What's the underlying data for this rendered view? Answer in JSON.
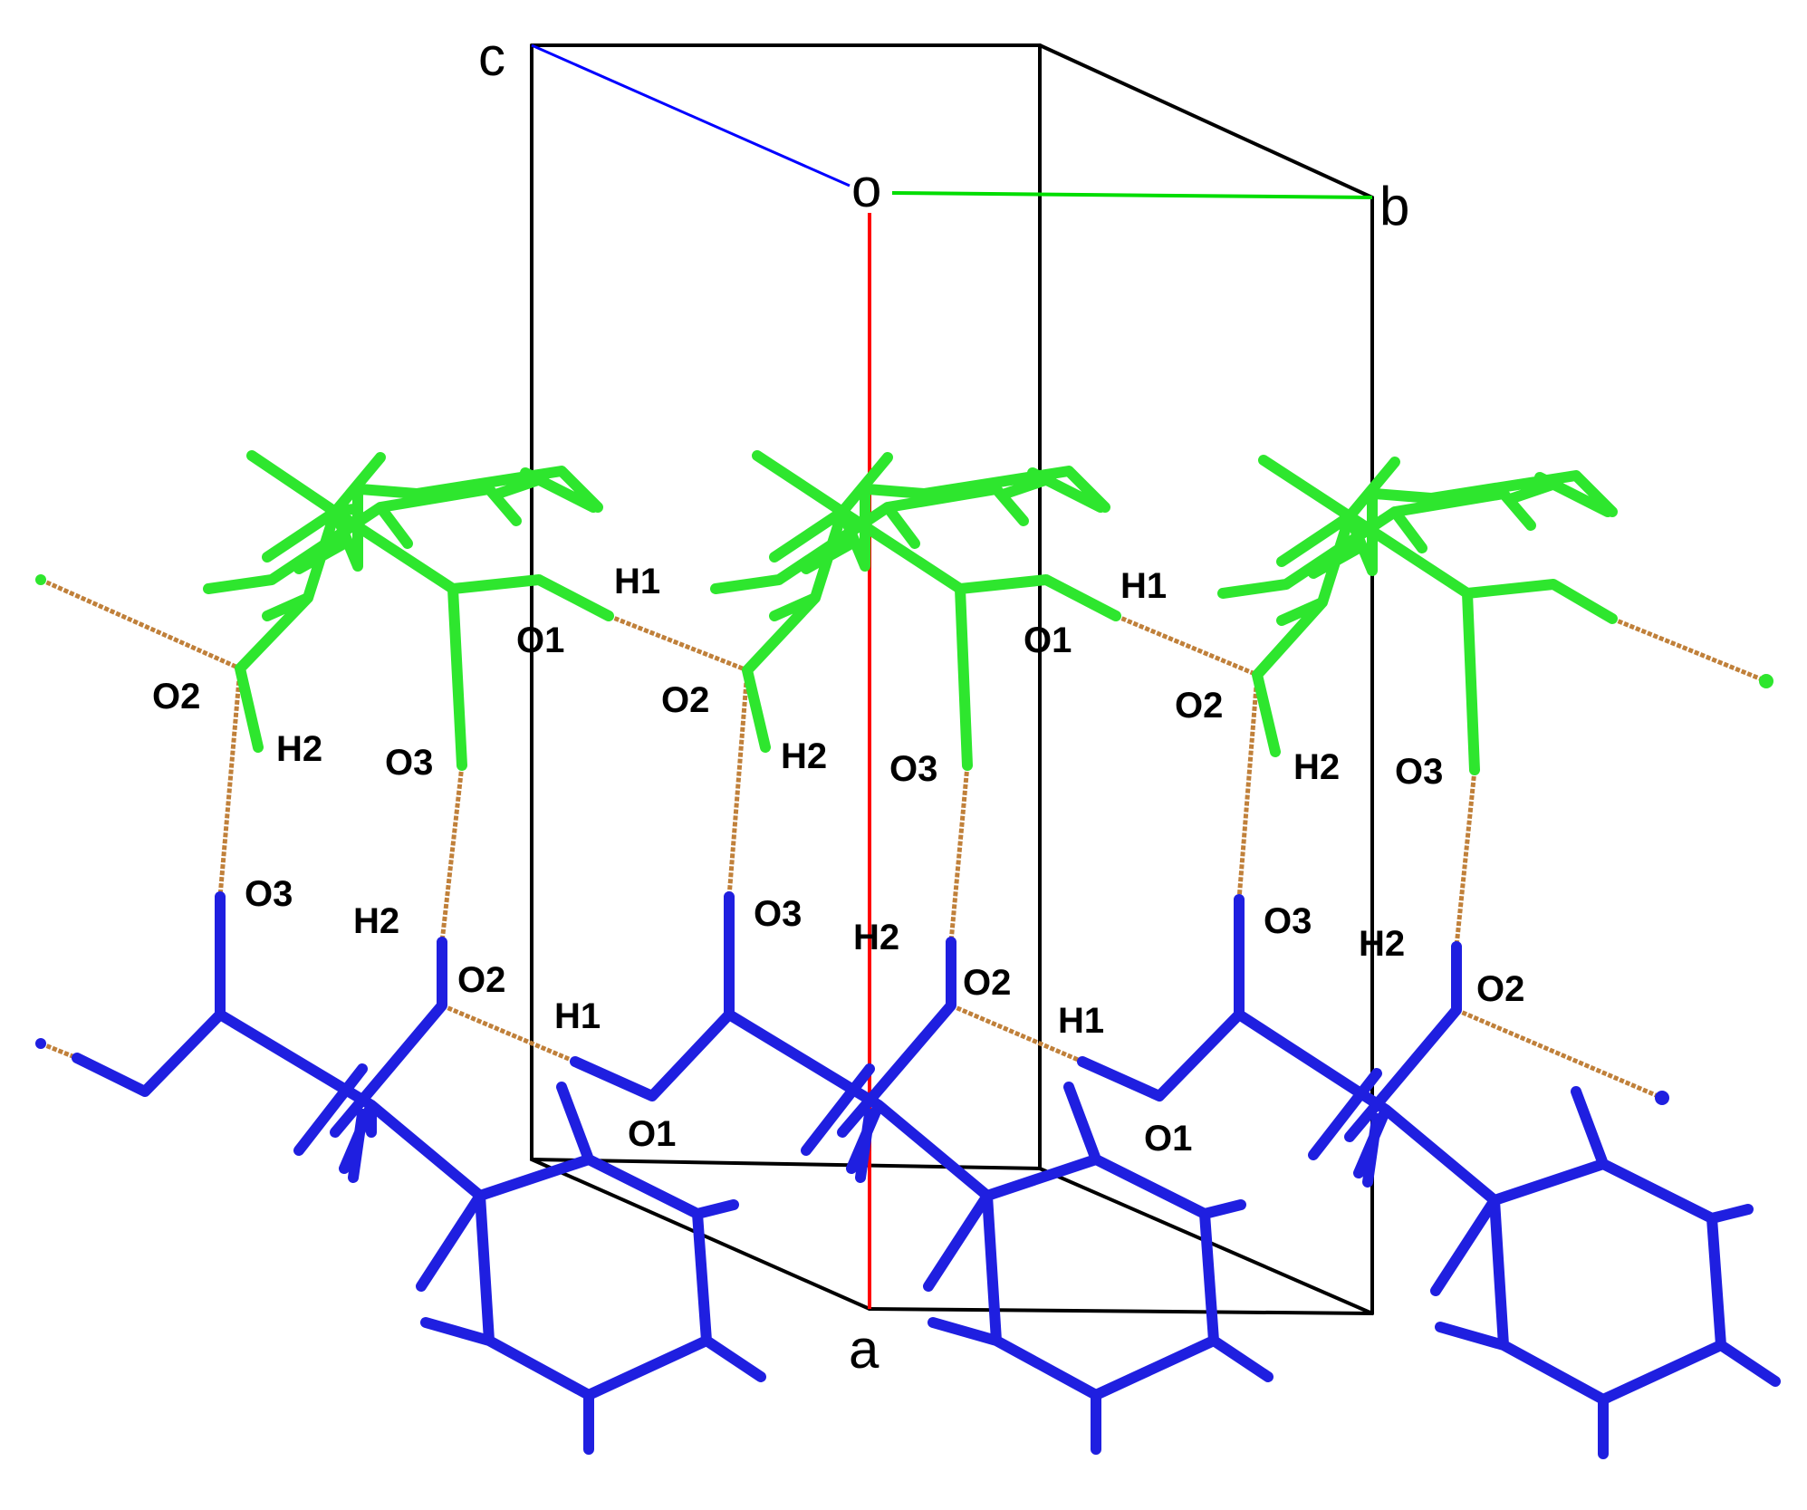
{
  "axes": {
    "origin_label": "o",
    "a_label": "a",
    "b_label": "b",
    "c_label": "c",
    "a_color": "#ff0000",
    "b_color": "#00dd00",
    "c_color": "#0000ff"
  },
  "colors": {
    "upper_layer": "#2ee62e",
    "lower_layer": "#1f1fe0",
    "hydrogen_bond": "#c0803a",
    "cell_edge": "#000000"
  },
  "atom_labels": {
    "O1": "O1",
    "O2": "O2",
    "O3": "O3",
    "H1": "H1",
    "H2": "H2"
  }
}
